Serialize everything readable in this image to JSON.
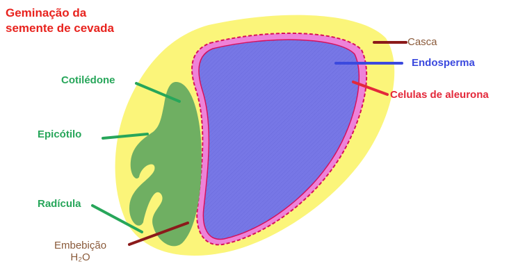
{
  "title": {
    "line1": "Geminação da",
    "line2": "semente de cevada"
  },
  "labels": {
    "casca": "Casca",
    "endosperma": "Endosperma",
    "aleurona": "Celulas de aleurona",
    "cotiledone": "Cotilédone",
    "epicotilo": "Epicótilo",
    "radicula": "Radícula",
    "embebicao": "Embebição",
    "water": "H₂O"
  },
  "colors": {
    "title": "#e8231e",
    "casca_fill": "#fbf57a",
    "endosperm_fill": "#7777e6",
    "aleurone_band": "#ee82d8",
    "aleurone_line": "#d8105a",
    "embryo_fill": "#6faf62",
    "green_label": "#27a65a",
    "brown_label": "#8a5a3a",
    "blue_label": "#3b49de",
    "red_label": "#e3283a",
    "dark_red_line": "#8b1a1a"
  }
}
